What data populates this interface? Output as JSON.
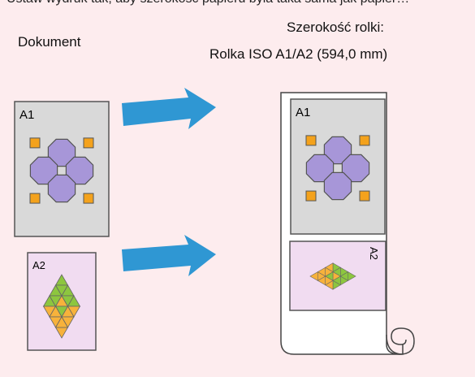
{
  "top_line": "Ustaw wydruk tak, aby szerokość papieru była taka sama jak papier…",
  "left_label": "Dokument",
  "right_label_line1": "Szerokość rolki:",
  "right_label_line2": "Rolka ISO A1/A2 (594,0 mm)",
  "pages": {
    "a1_label": "A1",
    "a2_label": "A2"
  },
  "colors": {
    "background": "#fdecee",
    "page_gray": "#d9d9d9",
    "page_pink": "#f1dcf1",
    "octagon": "#a796d8",
    "square": "#f4a21c",
    "triangle_green": "#8dc63f",
    "triangle_orange": "#f7b23b",
    "arrow": "#2f97d3"
  }
}
